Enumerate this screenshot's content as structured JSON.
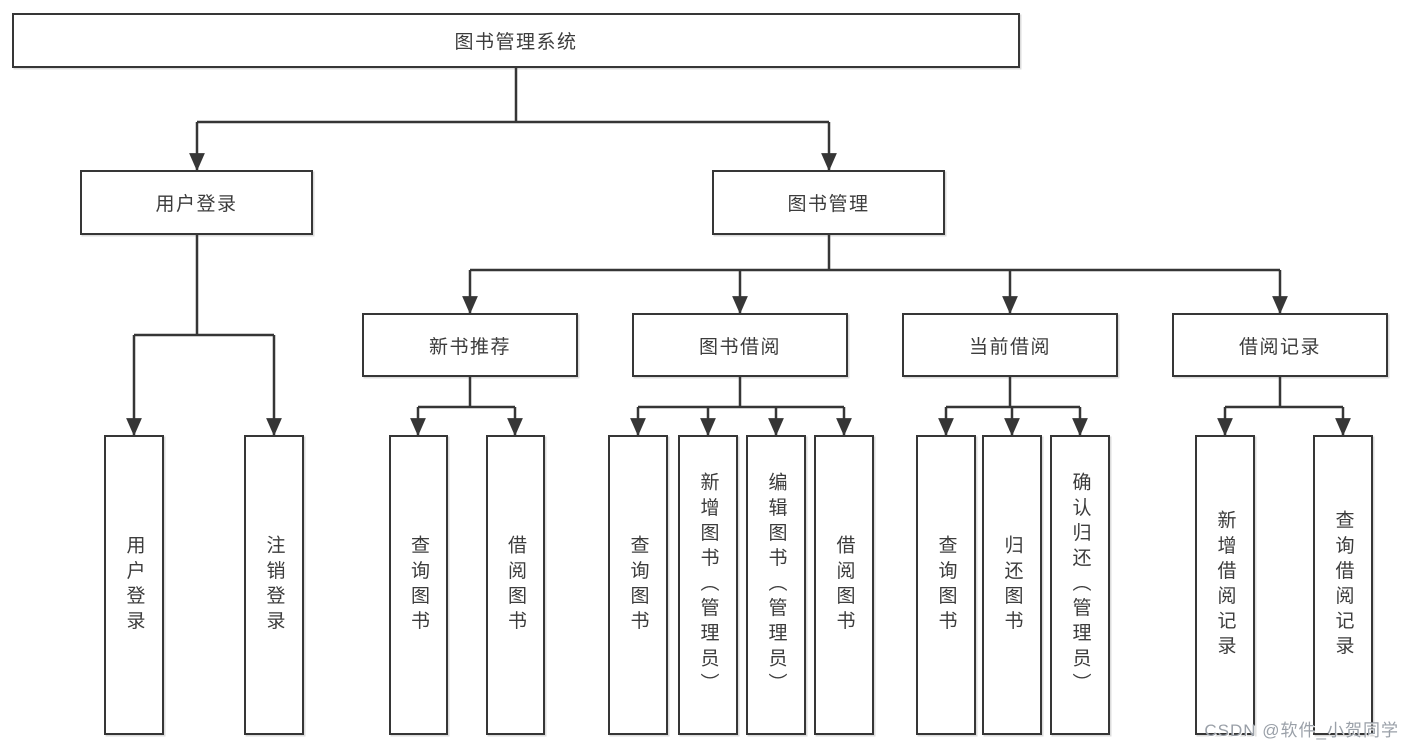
{
  "diagram": {
    "root_label": "图书管理系统",
    "login_branch": {
      "label": "用户登录",
      "children": [
        "用户登录",
        "注销登录"
      ]
    },
    "management_branch": {
      "label": "图书管理",
      "groups": [
        {
          "label": "新书推荐",
          "children": [
            "查询图书",
            "借阅图书"
          ]
        },
        {
          "label": "图书借阅",
          "children": [
            "查询图书",
            "新增图书（管理员）",
            "编辑图书（管理员）",
            "借阅图书"
          ]
        },
        {
          "label": "当前借阅",
          "children": [
            "查询图书",
            "归还图书",
            "确认归还（管理员）"
          ]
        },
        {
          "label": "借阅记录",
          "children": [
            "新增借阅记录",
            "查询借阅记录"
          ]
        }
      ]
    }
  },
  "watermark": "CSDN @软件_小贺同学",
  "colors": {
    "line": "#363636",
    "text": "#3c3c3c",
    "watermark": "#9aa0a8"
  }
}
